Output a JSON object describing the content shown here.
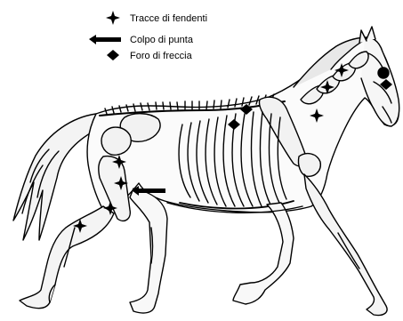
{
  "figure": {
    "description_visible": false,
    "legend": {
      "items": [
        {
          "symbol": "star-marker-icon",
          "label": "Tracce di fendenti"
        },
        {
          "symbol": "arrow-marker-icon",
          "label": "Colpo di punta"
        },
        {
          "symbol": "diamond-marker-icon",
          "label": "Foro di freccia"
        }
      ]
    },
    "colors": {
      "ink": "#000000",
      "paper": "#ffffff",
      "bone": "#f2f2f2"
    }
  }
}
